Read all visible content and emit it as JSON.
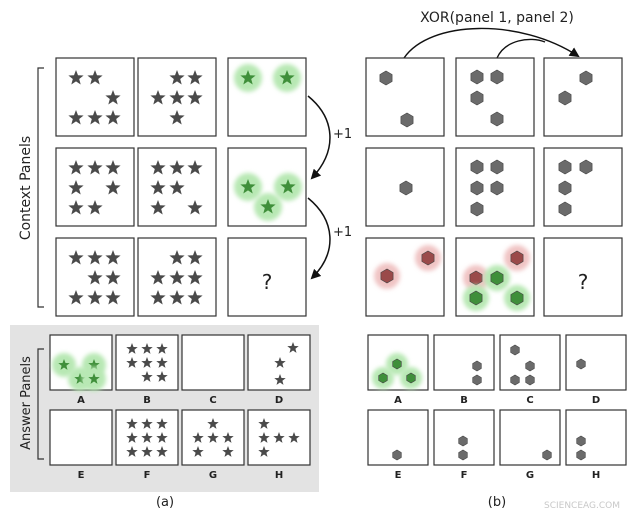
{
  "colors": {
    "star": "#4a4a4a",
    "hexagon": "#6b6b6b",
    "green_glow": "#b8e8b4",
    "green_shape": "#3f8f3a",
    "red_glow": "#f0c4c4",
    "red_shape": "#9a4a4a",
    "answer_bg": "#e3e3e3",
    "panel_border": "#333333"
  },
  "left": {
    "side_label": "Context Panels",
    "answer_label": "Answer Panels",
    "step_labels": [
      "+1",
      "+1"
    ],
    "question_mark": "?",
    "caption": "(a)",
    "answer_letters": [
      "A",
      "B",
      "C",
      "D",
      "E",
      "F",
      "G",
      "H"
    ]
  },
  "right": {
    "rule_label": "XOR(panel 1, panel 2)",
    "question_mark": "?",
    "caption": "(b)",
    "answer_letters": [
      "A",
      "B",
      "C",
      "D",
      "E",
      "F",
      "G",
      "H"
    ]
  },
  "watermark": "SCIENCEAG.COM"
}
